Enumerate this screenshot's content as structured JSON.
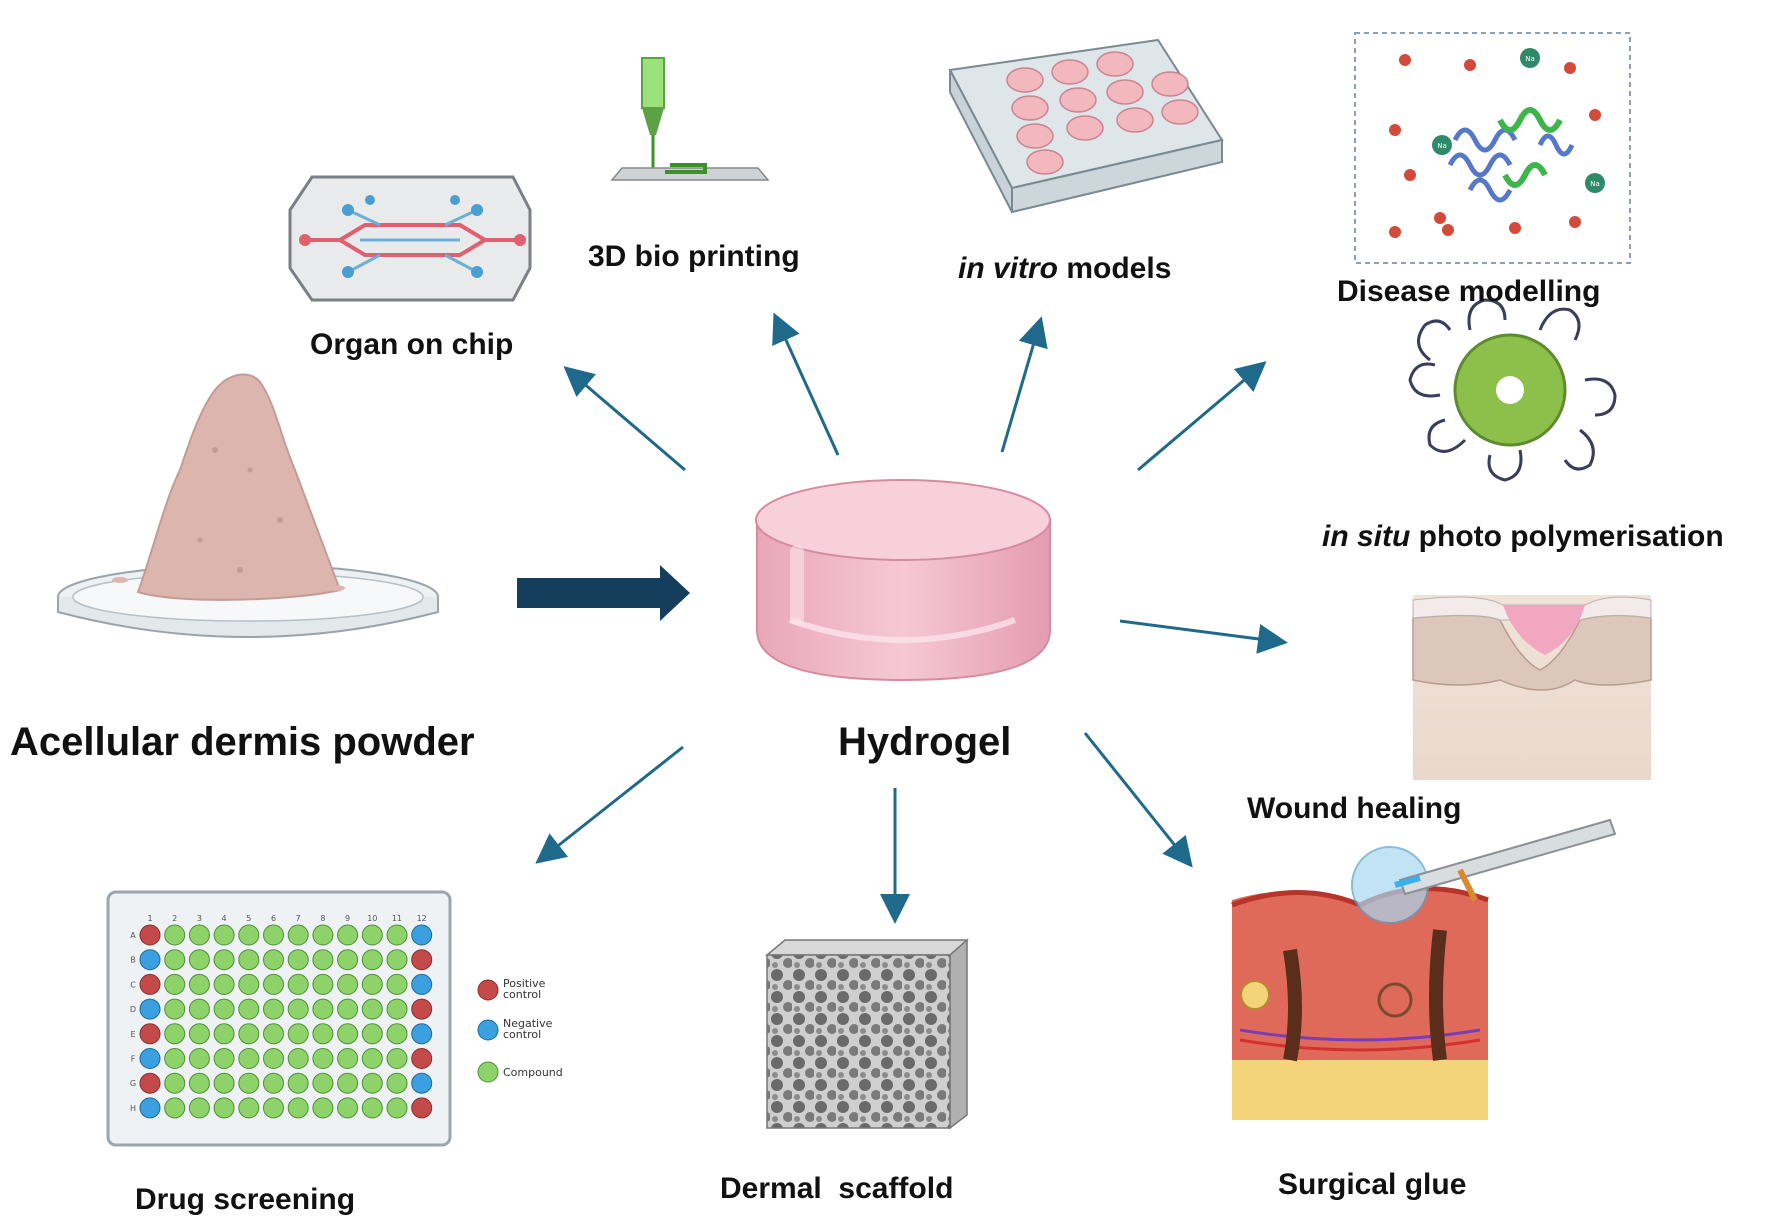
{
  "source": {
    "label": "Acellular dermis powder"
  },
  "center": {
    "label": "Hydrogel"
  },
  "applications": {
    "organ_on_chip": "Organ on chip",
    "bioprinting": "3D bio printing",
    "in_vitro_italic": "in vitro",
    "in_vitro_rest": " models",
    "disease_modelling": "Disease modelling",
    "in_situ_italic": "in situ",
    "in_situ_rest": " photo polymerisation",
    "wound_healing": "Wound healing",
    "surgical_glue": "Surgical glue",
    "dermal_scaffold": "Dermal  scaffold",
    "drug_screening": "Drug screening"
  },
  "plate_legend": {
    "positive": [
      "Positive",
      "control"
    ],
    "negative": [
      "Negative",
      "control"
    ],
    "compound": "Compound"
  },
  "plate_columns": [
    "1",
    "2",
    "3",
    "4",
    "5",
    "6",
    "7",
    "8",
    "9",
    "10",
    "11",
    "12"
  ],
  "plate_rows": [
    "A",
    "B",
    "C",
    "D",
    "E",
    "F",
    "G",
    "H"
  ],
  "molecule_label": "Na",
  "colors": {
    "arrow": "#1f6a8a",
    "main_arrow": "#153e5c",
    "hydrogel": "#f2b8c8",
    "positive": "#c44a4a",
    "negative": "#3aa0e0",
    "compound": "#8ed36a"
  }
}
